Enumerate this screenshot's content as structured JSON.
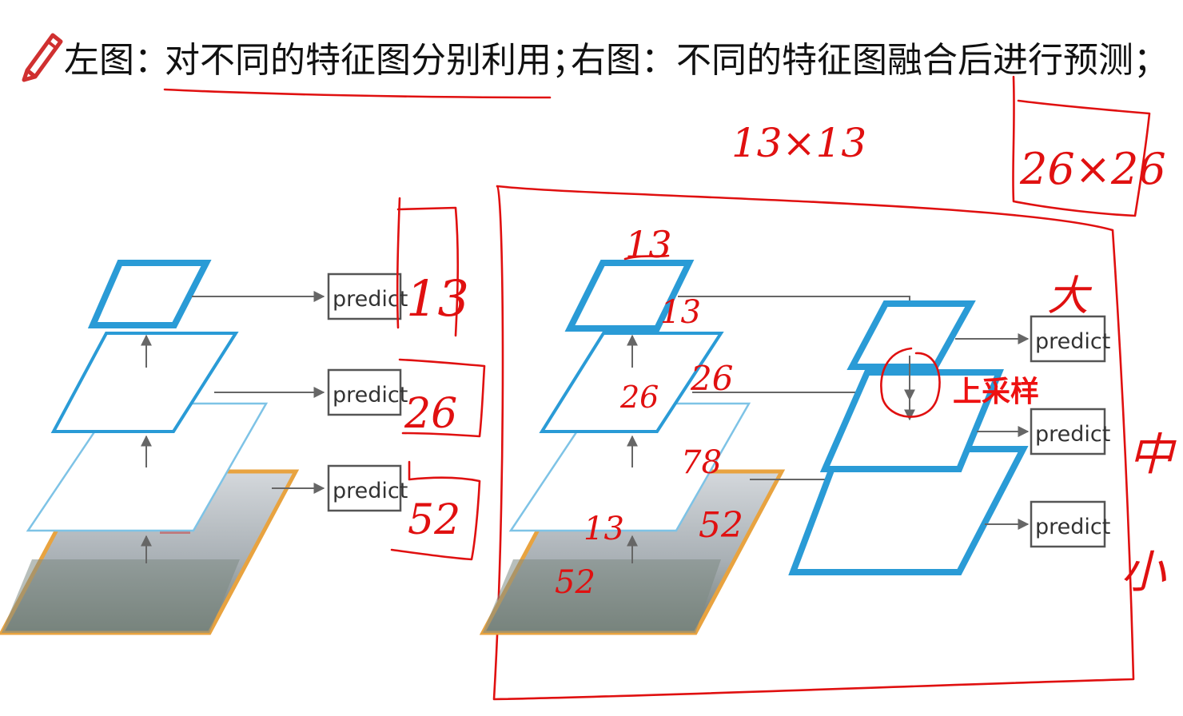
{
  "heading": {
    "prefix": "左图：",
    "left_caption": "对不同的特征图分别利用；",
    "right_caption": "右图：不同的特征图融合后进行预测；"
  },
  "predict_label": "predict",
  "left_diagram": {
    "notes": [
      "13",
      "26",
      "52"
    ]
  },
  "right_diagram": {
    "top_notes": [
      "13×13",
      "26×26"
    ],
    "layer_notes": [
      "13",
      "13",
      "26",
      "26",
      "78",
      "13",
      "52",
      "52"
    ],
    "upsample_label": "上采样",
    "size_notes": [
      "大",
      "中",
      "小"
    ]
  },
  "colors": {
    "pyramid_blue": "#2a9bd6",
    "image_border": "#e8a340",
    "annotation_red": "#e01010"
  }
}
